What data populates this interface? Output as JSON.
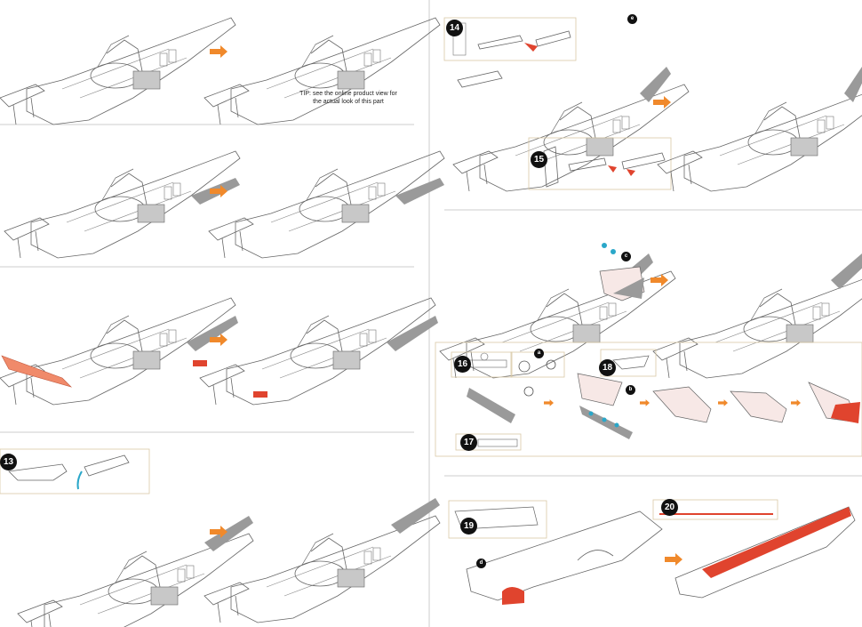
{
  "tip": {
    "line1": "TIP: see the online product view for",
    "line2": "the actual look of this part"
  },
  "steps": {
    "s13": "13",
    "s14": "14",
    "s15": "15",
    "s16": "16",
    "s17": "17",
    "s18": "18",
    "s19": "19",
    "s20": "20"
  },
  "small_markers": {
    "m_a": "a",
    "m_b": "b",
    "m_c": "c",
    "m_d": "d",
    "m_e": "e"
  },
  "colors": {
    "outline": "#555555",
    "arrow": "#f0892b",
    "part_red": "#e0442e",
    "part_salmon": "#f08a6a",
    "gray_fill": "#9a9a9a",
    "panel_border": "#d9c9a6",
    "divider": "#cccccc",
    "pin_blue": "#2aa7c9"
  }
}
